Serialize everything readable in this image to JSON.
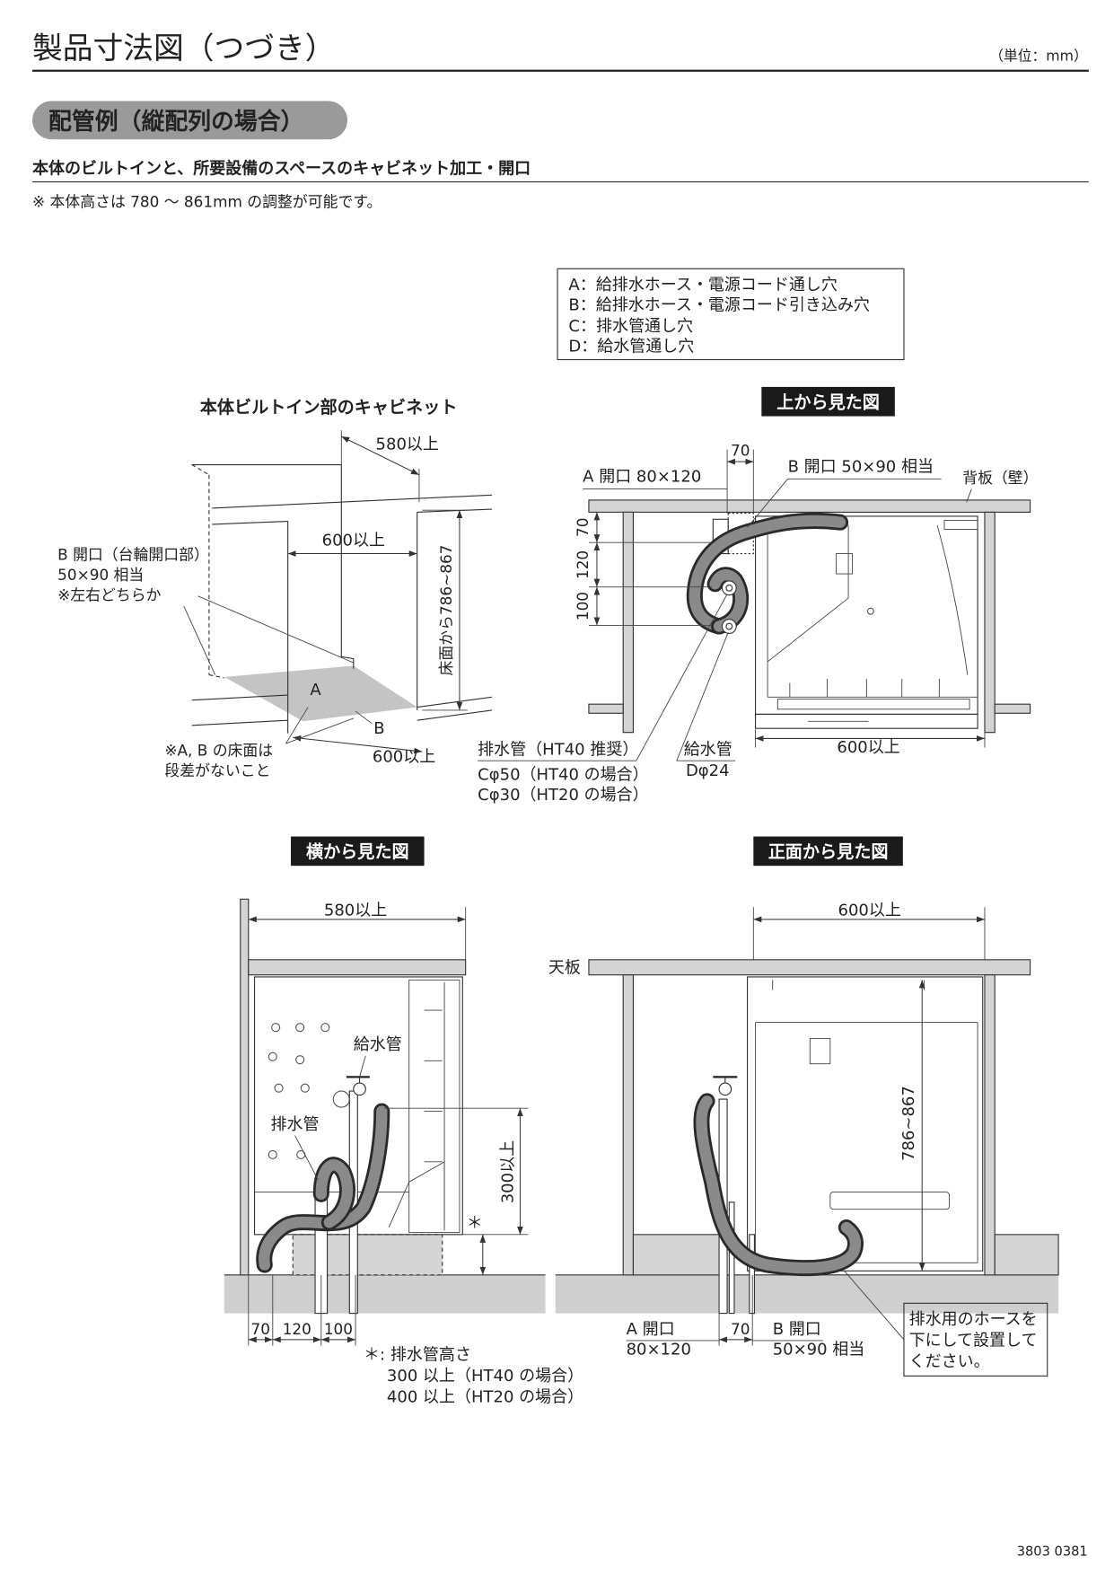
{
  "colors": {
    "label_bg": "#1a1a1a",
    "pill_bg": "#9a9a9a"
  },
  "header": {
    "title": "製品寸法図（つづき）",
    "unit": "（単位：mm）"
  },
  "section": {
    "pill": "配管例（縦配列の場合）",
    "subheading": "本体のビルトインと、所要設備のスペースのキャビネット加工・開口",
    "note": "※ 本体高さは 780 〜 861mm の調整が可能です。"
  },
  "legend": {
    "items": [
      "A：給排水ホース・電源コード通し穴",
      "B：給排水ホース・電源コード引き込み穴",
      "C：排水管通し穴",
      "D：給水管通し穴"
    ]
  },
  "cabinet": {
    "title": "本体ビルトイン部のキャビネット",
    "depth": "580以上",
    "width_top": "600以上",
    "b_opening": [
      "B 開口（台輪開口部）",
      "50×90 相当",
      "※左右どちらか"
    ],
    "height": "床面から786~867",
    "label_a": "A",
    "label_b": "B",
    "width_bottom": "600以上",
    "floor_note": [
      "※A, B の床面は",
      "段差がないこと"
    ]
  },
  "top_view": {
    "label": "上から見た図",
    "dim_70": "70",
    "a_opening": "A 開口 80×120",
    "b_opening": "B 開口 50×90 相当",
    "back_panel": "背板（壁）",
    "dims_left": [
      "70",
      "120",
      "100"
    ],
    "drain": [
      "排水管（HT40 推奨）",
      "Cφ50（HT40 の場合）",
      "Cφ30（HT20 の場合）"
    ],
    "supply": [
      "給水管",
      "Dφ24"
    ],
    "width": "600以上"
  },
  "side_view": {
    "label": "横から見た図",
    "depth": "580以上",
    "supply": "給水管",
    "drain": "排水管",
    "height": "300以上",
    "asterisk": "＊",
    "dims_bottom": [
      "70",
      "120",
      "100"
    ],
    "note": [
      "＊: 排水管高さ",
      "300 以上（HT40 の場合）",
      "400 以上（HT20 の場合）"
    ]
  },
  "front_view": {
    "label": "正面から見た図",
    "width": "600以上",
    "countertop": "天板",
    "height": "786~867",
    "a_opening": [
      "A 開口",
      "80×120"
    ],
    "dim_70": "70",
    "b_opening": [
      "B 開口",
      "50×90 相当"
    ],
    "callout": [
      "排水用のホースを",
      "下にして設置して",
      "ください。"
    ]
  },
  "footer": {
    "code": "3803 0381"
  }
}
